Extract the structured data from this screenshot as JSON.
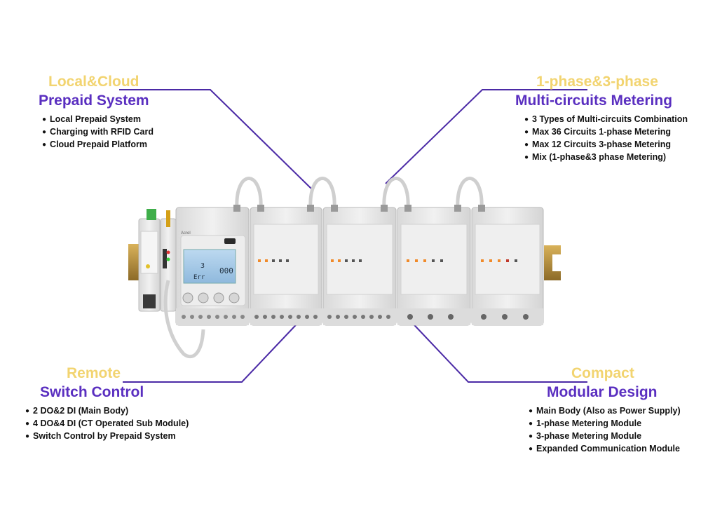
{
  "colors": {
    "accent_yellow": "#f2d470",
    "accent_purple": "#5a2fc0",
    "connector_line": "#4b2aa6",
    "module_body": "#e9e9e9",
    "led_orange": "#f08a2a",
    "led_red": "#c0392b",
    "rail": "#b08a3a"
  },
  "features": {
    "local_cloud": {
      "subtitle": "Local&Cloud",
      "title": "Prepaid System",
      "items": [
        "Local Prepaid System",
        "Charging with RFID Card",
        "Cloud Prepaid Platform"
      ]
    },
    "metering": {
      "subtitle": "1-phase&3-phase",
      "title": "Multi-circuits Metering",
      "items": [
        "3 Types of Multi-circuits Combination",
        "Max 36 Circuits 1-phase Metering",
        "Max 12 Circuits 3-phase Metering",
        "Mix (1-phase&3 phase Metering)"
      ]
    },
    "remote": {
      "subtitle": "Remote",
      "title": "Switch Control",
      "items": [
        "2 DO&2 DI (Main Body)",
        "4 DO&4 DI (CT Operated Sub Module)",
        "Switch Control by Prepaid System"
      ]
    },
    "compact": {
      "subtitle": "Compact",
      "title": "Modular Design",
      "items": [
        "Main Body (Also as Power Supply)",
        "1-phase Metering Module",
        "3-phase Metering Module",
        "Expanded Communication Module"
      ]
    }
  },
  "device": {
    "brand": "Acrel",
    "display_line1": "3",
    "display_line2": "Err",
    "display_value": "000"
  }
}
